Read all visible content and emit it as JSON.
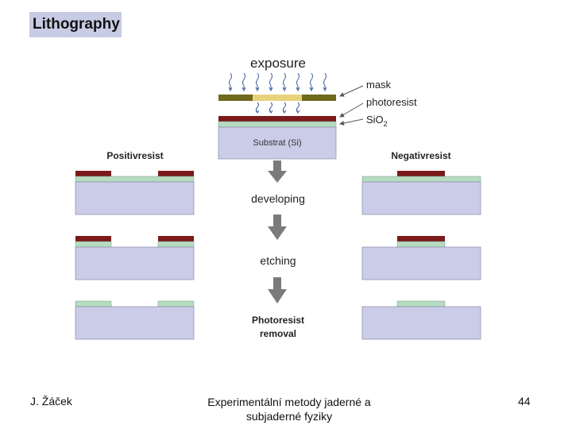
{
  "slide": {
    "title": "Lithography",
    "footer_author": "J. Žáček",
    "footer_course_line1": "Experimentální metody jaderné a",
    "footer_course_line2": "subjaderné fyziky",
    "page_number": "44"
  },
  "diagram": {
    "exposure_label": "exposure",
    "mask_label": "mask",
    "photoresist_label": "photoresist",
    "sio2_label": "SiO",
    "sio2_subscript": "2",
    "substrate_label": "Substrat (Si)",
    "positive_title": "Positivresist",
    "negative_title": "Negativresist",
    "step_developing": "developing",
    "step_etching": "etching",
    "step_removal_line1": "Photoresist",
    "step_removal_line2": "removal"
  },
  "colors": {
    "photoresist": "#7a1a1a",
    "oxide": "#b5dcc0",
    "substrate": "#cbcce8",
    "mask": "#6f6a1c",
    "arrow": "#7b7b7b",
    "light": "#3c5aa0"
  }
}
